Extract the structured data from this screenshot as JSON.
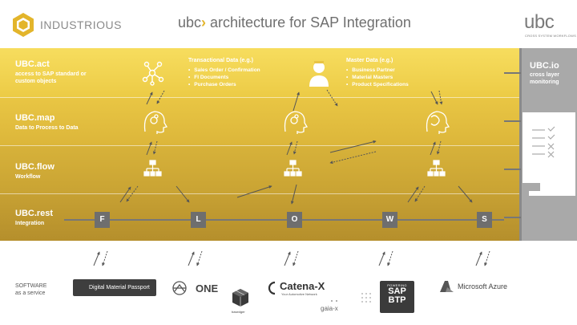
{
  "header": {
    "brand": "INDUSTRIOUS",
    "title_prefix": "ubc",
    "title_chevron": "›",
    "title_rest": " architecture for SAP Integration",
    "logo_text": "ubc",
    "logo_sub": "CROSS SYSTEM WORKFLOWS"
  },
  "layers": [
    {
      "title": "UBC.act",
      "desc": "access to SAP standard or custom objects"
    },
    {
      "title": "UBC.map",
      "desc": "Data to Process to Data"
    },
    {
      "title": "UBC.flow",
      "desc": "Workflow"
    },
    {
      "title": "UBC.rest",
      "desc": "Integration"
    }
  ],
  "monitor": {
    "title": "UBC.io",
    "desc": "cross layer monitoring"
  },
  "transactional": {
    "title": "Transactional Data (e.g.)",
    "items": [
      "Sales Order / Confirmation",
      "FI Documents",
      "Purchase Orders"
    ]
  },
  "master": {
    "title": "Master Data (e.g.)",
    "items": [
      "Business Partner",
      "Material Masters",
      "Product Specifications"
    ]
  },
  "process_steps": [
    "F",
    "L",
    "O",
    "W",
    "S"
  ],
  "software": {
    "label_line1": "SOFTWARE",
    "label_line2": "as a service",
    "partners": {
      "dmp": "Digital Material Passport",
      "one": "ONE",
      "catenax": "Catena-X",
      "catenax_sub": "Your Automotive Network",
      "basedger": "basedger",
      "gaiax": "gaia-x",
      "sap_small": "POWERING",
      "sap_line1": "SAP",
      "sap_line2": "BTP",
      "azure": "Microsoft Azure"
    }
  },
  "colors": {
    "band_act": "#f2d553",
    "band_map": "#e3bf40",
    "band_flow": "#d0ab37",
    "band_rest": "#bf9930",
    "monitor_col": "#a9a9a9",
    "process_box": "#6e6e6e",
    "accent": "#e3b52b"
  },
  "icons": {
    "industrious_logo": "hexagon-logo",
    "act_left": "network-nodes-icon",
    "act_right": "user-avatar-icon",
    "map": "brain-gear-icon",
    "flow": "flowchart-icon",
    "monitor": "monitor-checklist-icon"
  }
}
